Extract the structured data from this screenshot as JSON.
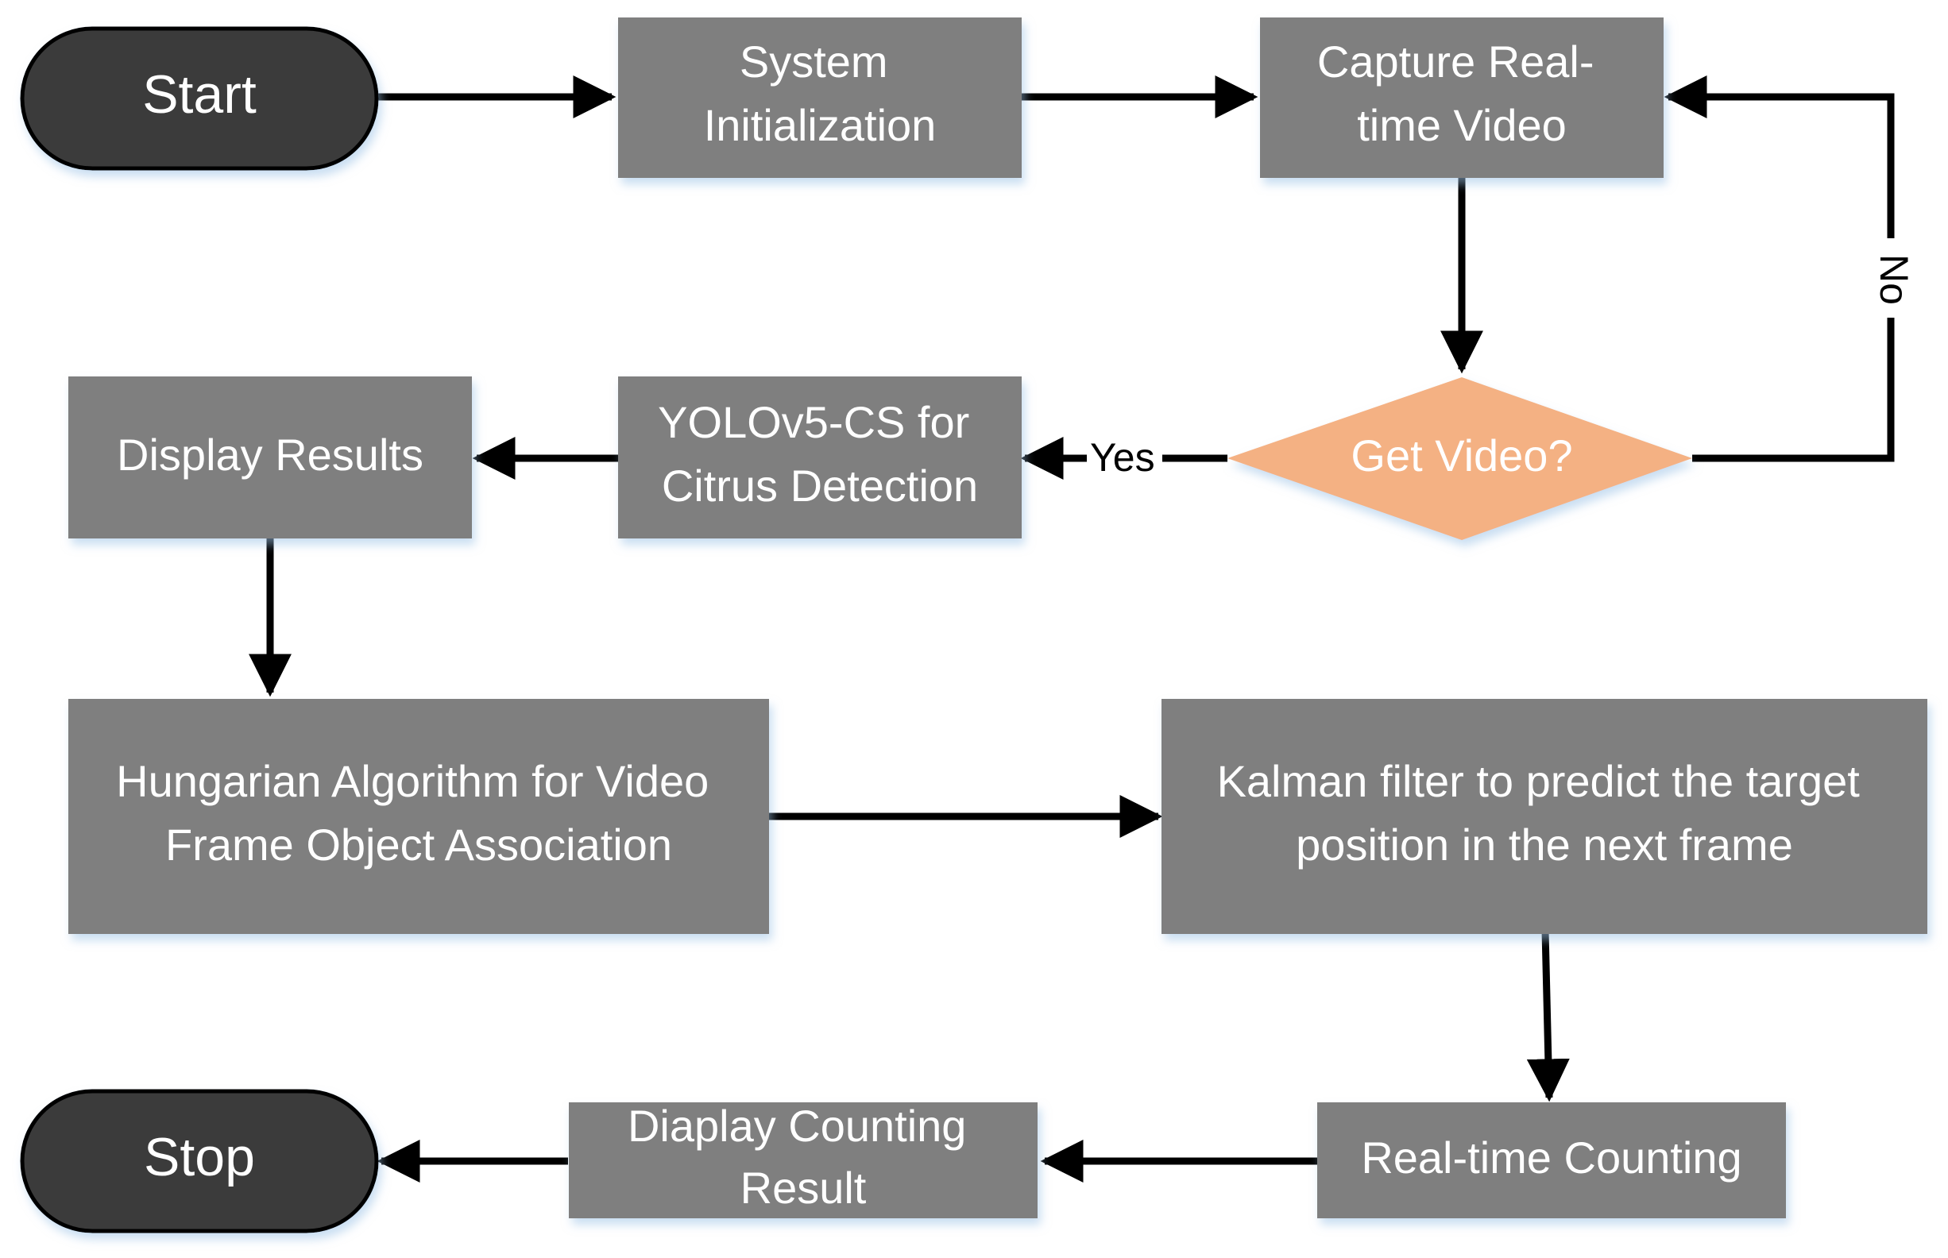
{
  "nodes": {
    "start": {
      "label": "Start"
    },
    "init": {
      "lines": [
        "System",
        "Initialization"
      ]
    },
    "capture": {
      "lines": [
        "Capture Real-",
        "time Video"
      ]
    },
    "decision": {
      "label": "Get Video?"
    },
    "yolo": {
      "lines": [
        "YOLOv5-CS for",
        "Citrus Detection"
      ]
    },
    "display": {
      "label": "Display Results"
    },
    "hungarian": {
      "lines": [
        "Hungarian Algorithm for Video",
        "Frame Object Association"
      ]
    },
    "kalman": {
      "lines": [
        "Kalman filter to predict the target",
        "position in the next frame"
      ]
    },
    "counting": {
      "label": "Real-time Counting"
    },
    "diaplay": {
      "lines": [
        "Diaplay Counting",
        "Result"
      ]
    },
    "stop": {
      "label": "Stop"
    }
  },
  "edges": {
    "yes_label": "Yes",
    "no_label": "No"
  },
  "colors": {
    "process_box": "#7f7f7f",
    "terminal": "#3a3a3a",
    "decision": "#f4b183",
    "arrow": "#000000"
  }
}
